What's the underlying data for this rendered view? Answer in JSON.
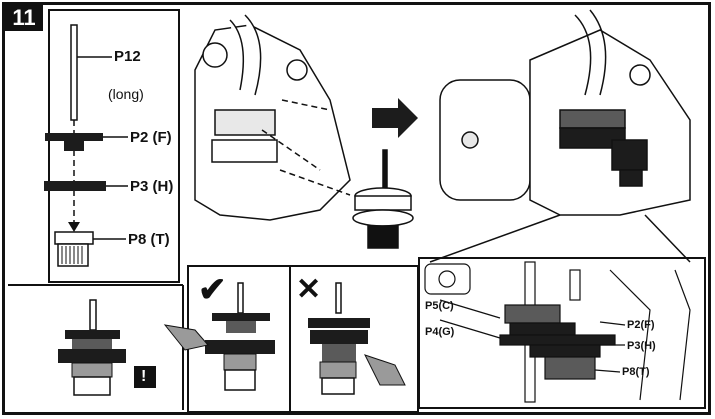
{
  "step": {
    "number": "11"
  },
  "parts_list": {
    "shaft_label": "P12",
    "shaft_note": "(long)",
    "gear_p2": "P2 (F)",
    "gear_p3": "P3 (H)",
    "motor_p8": "P8 (T)"
  },
  "detail": {
    "p5": "P5(C)",
    "p4": "P4(G)",
    "p2": "P2(F)",
    "p3": "P3(H)",
    "p8": "P8(T)"
  },
  "check_panels": {
    "correct_mark": "✔",
    "wrong_mark": "✕",
    "caution_mark": "!"
  },
  "colors": {
    "ink": "#111111",
    "gear_dark": "#1c1c1c",
    "gear_mid": "#5a5a5a",
    "gear_light": "#9a9a9a",
    "highlight": "#e8e8e8"
  }
}
